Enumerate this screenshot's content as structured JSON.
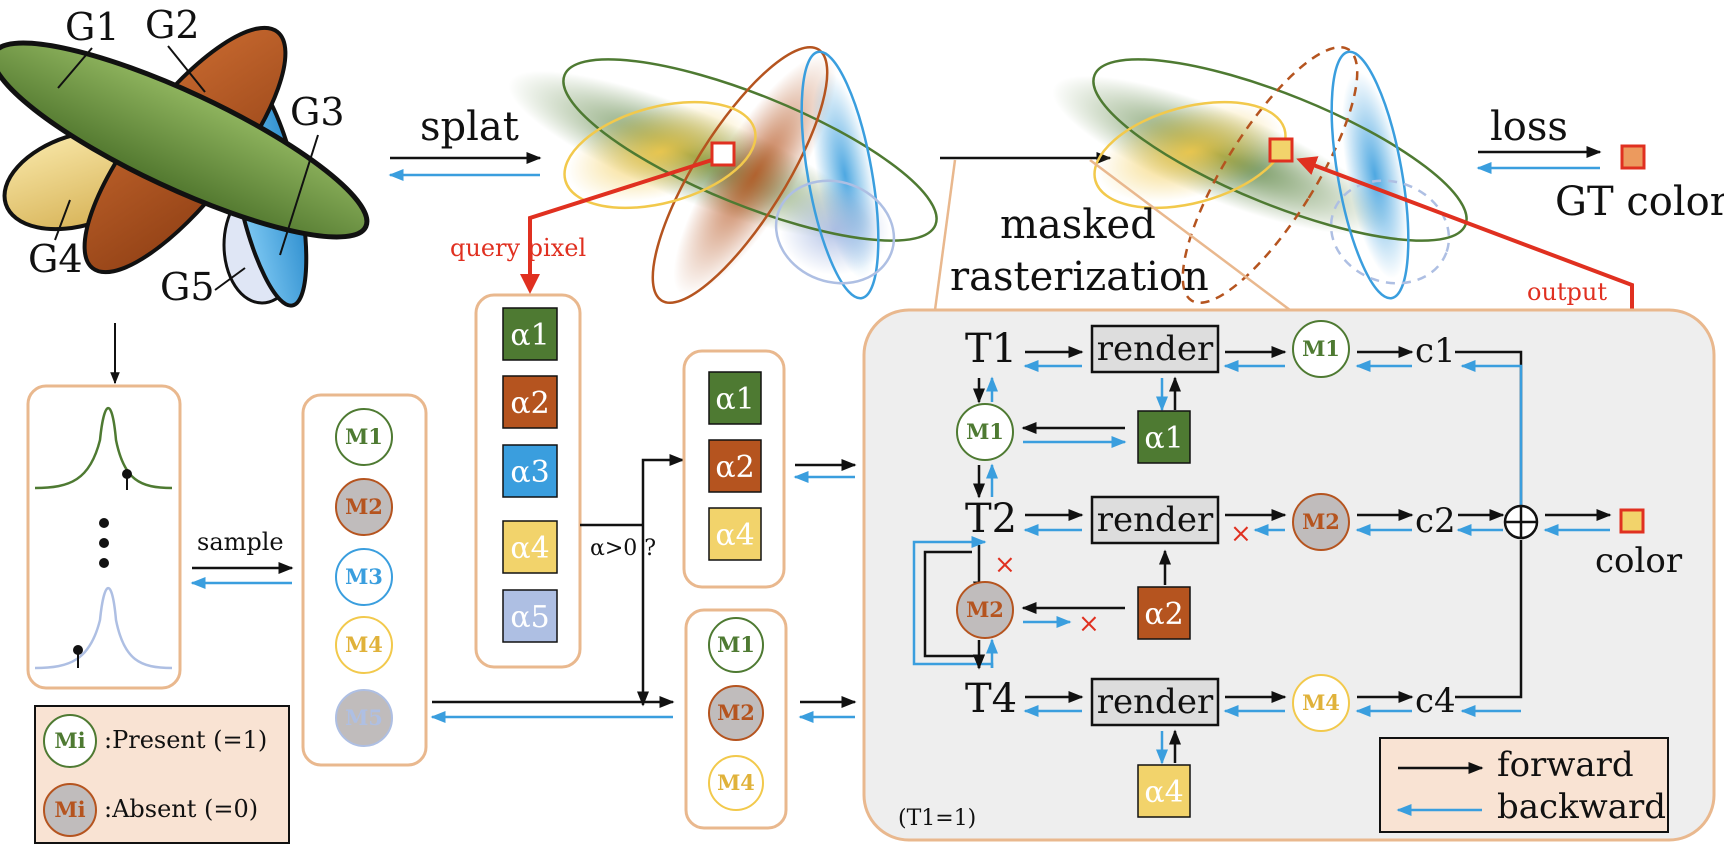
{
  "gaussians_3d": {
    "labels": [
      "G1",
      "G2",
      "G3",
      "G4",
      "G5"
    ]
  },
  "arrows": {
    "splat": "splat",
    "loss": "loss",
    "sample": "sample",
    "alpha_test": "α>0 ?"
  },
  "query_pixel": "query pixel",
  "masked_rasterization": [
    "masked",
    "rasterization"
  ],
  "gt_color": "GT color",
  "output": "output",
  "color": "color",
  "alpha_column": [
    "α1",
    "α2",
    "α3",
    "α4",
    "α5"
  ],
  "alpha_filtered": [
    "α1",
    "α2",
    "α4"
  ],
  "mask_column": [
    "M1",
    "M2",
    "M3",
    "M4",
    "M5"
  ],
  "mask_filtered": [
    "M1",
    "M2",
    "M4"
  ],
  "legend_mask": {
    "present_symbol": "Mi",
    "present": ":Present (=1)",
    "absent_symbol": "Mi",
    "absent": ":Absent (=0)"
  },
  "raster": {
    "rows": [
      {
        "T": "T1",
        "M": "M1",
        "alpha": "α1",
        "c": "c1"
      },
      {
        "T": "T2",
        "M": "M2",
        "alpha": "α2",
        "c": "c2"
      },
      {
        "T": "T4",
        "M": "M4",
        "alpha": "α4",
        "c": "c4"
      }
    ],
    "render": "render",
    "note": "(T1=1)"
  },
  "legend_flow": {
    "forward": "forward",
    "backward": "backward"
  },
  "colors": {
    "green": "#4e7a32",
    "brown": "#b5541f",
    "blue": "#3a9ede",
    "yellow": "#f2d36b",
    "lavender": "#aebfe3",
    "forward": "#111111",
    "backward": "#3a9ede",
    "red": "#e03020",
    "peach": "#e9b88e",
    "panel": "#eeeeee"
  }
}
